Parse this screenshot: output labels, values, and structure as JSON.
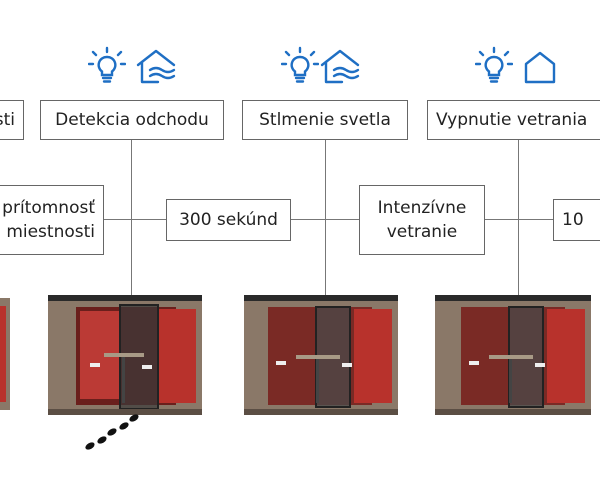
{
  "top_labels": [
    "sti",
    "Detekcia odchodu",
    "Stlmenie svetla",
    "Vypnutie vetrania"
  ],
  "middle_labels": [
    "prítomnosť\nmiestnosti",
    "300 sekúnd",
    "Intenzívne\nvetranie",
    "10"
  ],
  "icons": {
    "column_1": [
      "light-bulb-icon",
      "home-wind-icon"
    ],
    "column_2": [
      "light-bulb-icon",
      "home-wind-icon"
    ],
    "column_3": [
      "light-bulb-icon",
      "home-icon"
    ]
  },
  "colors": {
    "icon_blue": "#1f6fc4",
    "line_gray": "#777777",
    "wood": "#8a7868",
    "fabric_red": "#b8322c"
  }
}
